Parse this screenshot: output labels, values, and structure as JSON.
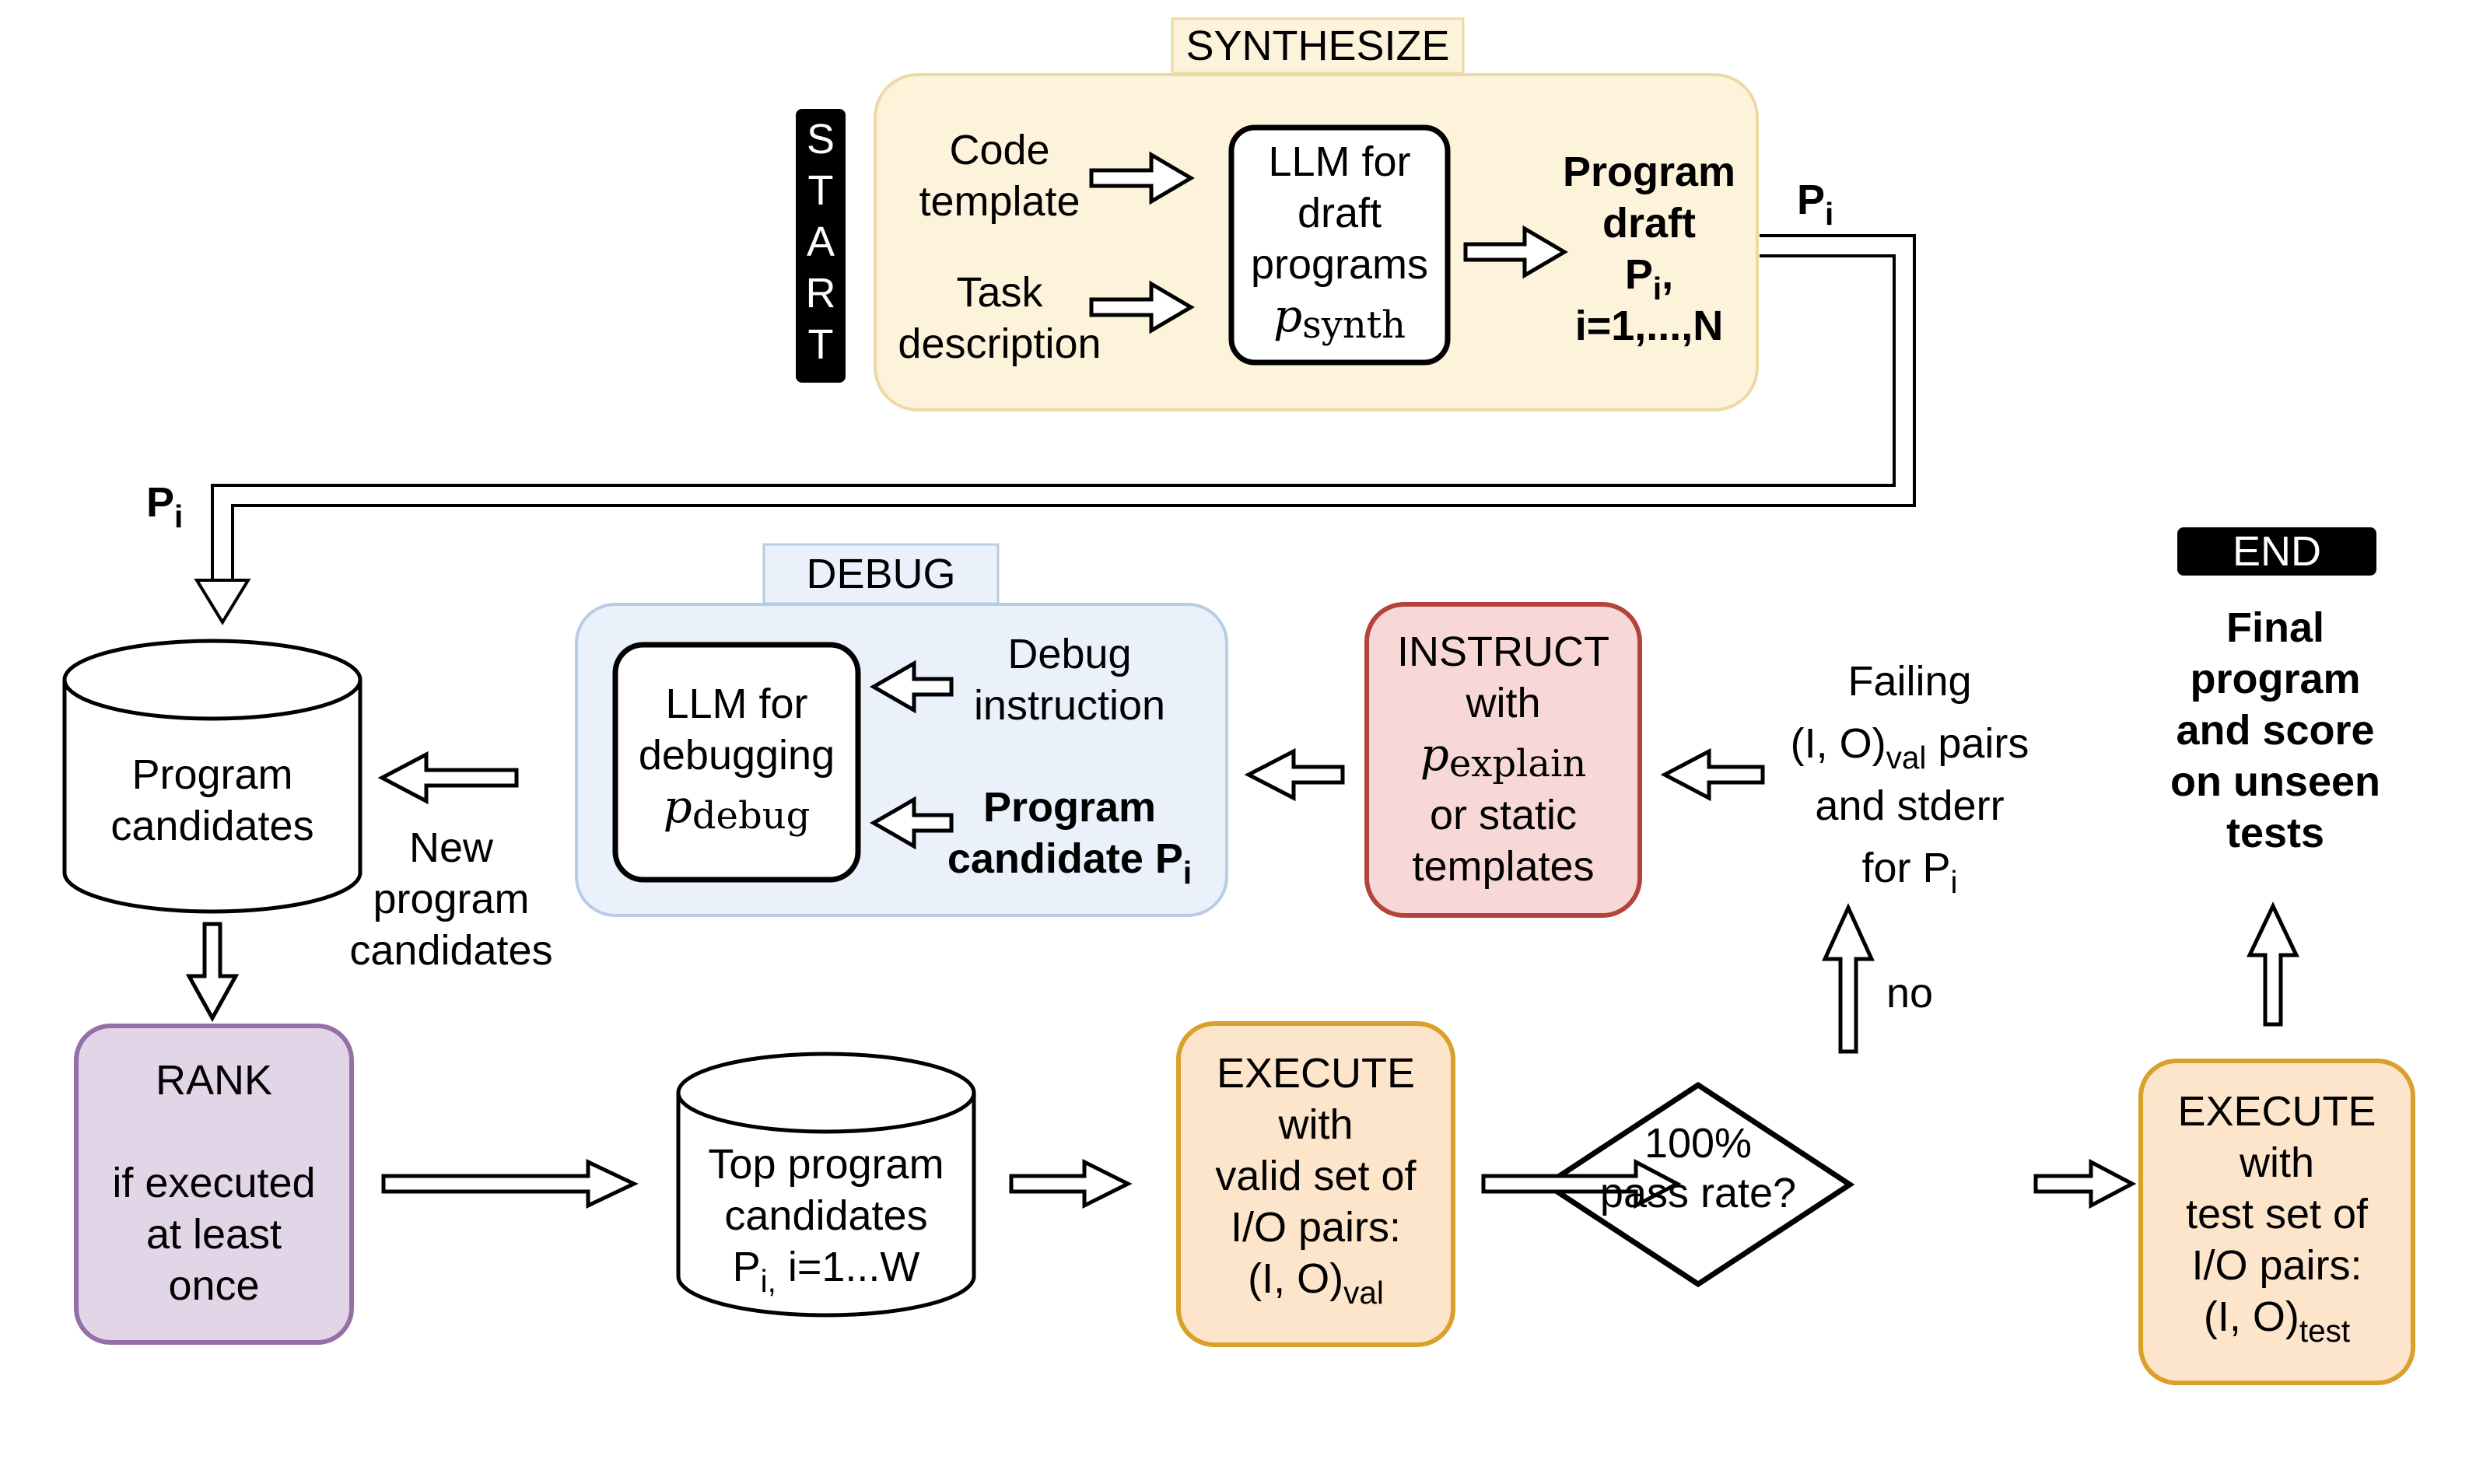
{
  "synthesize": {
    "header": "SYNTHESIZE",
    "start_letters": [
      "S",
      "T",
      "A",
      "R",
      "T"
    ],
    "code_template": [
      "Code",
      "template"
    ],
    "task_description": [
      "Task",
      "description"
    ],
    "llm_box": [
      "LLM for",
      "draft",
      "programs"
    ],
    "llm_param": "p",
    "llm_param_sub": "synth",
    "draft_line1": "Program",
    "draft_line2": "draft",
    "draft_p": "P",
    "draft_p_sub": "i",
    "draft_p_suffix": ",",
    "draft_range": "i=1,...,N"
  },
  "flow_labels": {
    "p_top": "P",
    "p_top_sub": "i",
    "p_left": "P",
    "p_left_sub": "i"
  },
  "program_candidates": [
    "Program",
    "candidates"
  ],
  "new_candidates": [
    "New",
    "program",
    "candidates"
  ],
  "debug": {
    "header": "DEBUG",
    "llm_box": [
      "LLM for",
      "debugging"
    ],
    "llm_param": "p",
    "llm_param_sub": "debug",
    "instruction": [
      "Debug",
      "instruction"
    ],
    "candidate_line1": "Program",
    "candidate_line2": "candidate P",
    "candidate_sub": "i"
  },
  "instruct": {
    "line1": "INSTRUCT",
    "line2": "with",
    "param": "p",
    "param_sub": "explain",
    "line4": "or static",
    "line5": "templates"
  },
  "failing": {
    "line1": "Failing",
    "line2_pre": "(I, O)",
    "line2_sub": "val",
    "line2_post": " pairs",
    "line3": "and stderr",
    "line4_pre": "for P",
    "line4_sub": "i"
  },
  "end": {
    "badge": "END",
    "final": [
      "Final",
      "program",
      "and score",
      "on unseen",
      "tests"
    ]
  },
  "rank": {
    "title": "RANK",
    "text": [
      "if executed",
      "at least",
      "once"
    ]
  },
  "top_candidates": {
    "line1": "Top program",
    "line2": "candidates",
    "line3_pre": "P",
    "line3_sub": "i,",
    "line3_post": " i=1...W"
  },
  "execute_val": {
    "lines": [
      "EXECUTE",
      "with",
      "valid set of",
      "I/O pairs:"
    ],
    "pair_pre": "(I, O)",
    "pair_sub": "val"
  },
  "decision": {
    "lines": [
      "100%",
      "pass rate?"
    ],
    "no_label": "no"
  },
  "execute_test": {
    "lines": [
      "EXECUTE",
      "with",
      "test set of",
      "I/O pairs:"
    ],
    "pair_pre": "(I, O)",
    "pair_sub": "test"
  },
  "colors": {
    "synthesize_fill": "#fdf3db",
    "synthesize_border": "#ecd9a5",
    "debug_fill": "#eaf1fb",
    "debug_border": "#b8cce6",
    "instruct_fill": "#f8d8d6",
    "instruct_border": "#b4433c",
    "rank_fill": "#e2d5e7",
    "rank_border": "#9470a8",
    "execute_fill": "#fde5cb",
    "execute_border": "#d9a02a"
  }
}
